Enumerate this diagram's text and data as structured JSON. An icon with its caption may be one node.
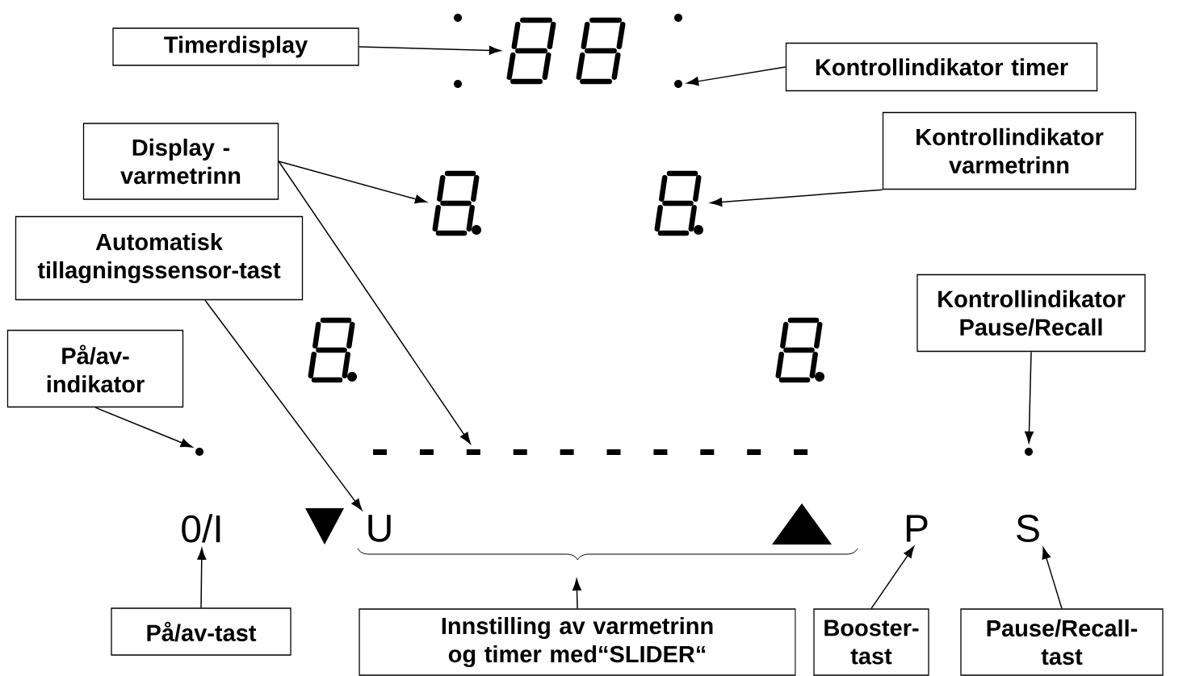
{
  "diagram": {
    "nodes": [
      {
        "text": [
          "Timerdisplay"
        ]
      },
      {
        "text": [
          "Kontrollindikator timer"
        ]
      },
      {
        "text": [
          "Display - varmetrinn"
        ]
      },
      {
        "text": [
          "Kontrollindikator varmetrinn"
        ]
      },
      {
        "text": [
          "Automatisk tillagningssensor-tast"
        ]
      },
      {
        "text": [
          "Kontrollindikator Pause/Recall"
        ]
      },
      {
        "text": [
          "På/av-indikator"
        ]
      },
      {
        "text": [
          "På/av-tast"
        ]
      },
      {
        "text": [
          "Innstilling av varmetrinn og timer med“SLIDER“"
        ]
      },
      {
        "text": [
          "Booster-tast"
        ]
      },
      {
        "text": [
          "Pause/Recall-tast"
        ]
      },
      {
        "text": [],
        "shape": "picture"
      },
      {
        "text": [],
        "shape": "circle"
      },
      {
        "text": [],
        "shape": "picture"
      },
      {
        "text": [],
        "shape": "picture"
      },
      {
        "text": [],
        "shape": "picture"
      },
      {
        "text": [],
        "shape": "picture"
      },
      {
        "text": [],
        "shape": "bar"
      },
      {
        "text": [],
        "shape": "circle"
      },
      {
        "text": [],
        "shape": "circle"
      },
      {
        "text": [
          "0/I"
        ]
      },
      {
        "text": [
          "U"
        ]
      },
      {
        "text": [
          "P"
        ]
      },
      {
        "text": [
          "S"
        ]
      }
    ],
    "edges": [
      {
        "from": 0,
        "to": 11,
        "arrow": "to"
      },
      {
        "from": 1,
        "to": 12,
        "arrow": "to"
      },
      {
        "from": 2,
        "to": 13,
        "arrow": "to"
      },
      {
        "from": 2,
        "to": 17,
        "arrow": "to"
      },
      {
        "from": 3,
        "to": 14,
        "arrow": "to"
      },
      {
        "from": 4,
        "to": 21,
        "arrow": "to"
      },
      {
        "from": 5,
        "to": 19,
        "arrow": "to"
      },
      {
        "from": 6,
        "to": 18,
        "arrow": "to"
      },
      {
        "from": 7,
        "to": 20,
        "arrow": "to"
      },
      {
        "from": 8,
        "to": null,
        "arrow": "to"
      },
      {
        "from": 9,
        "to": 22,
        "arrow": "to"
      },
      {
        "from": 10,
        "to": 23,
        "arrow": "to"
      }
    ]
  }
}
